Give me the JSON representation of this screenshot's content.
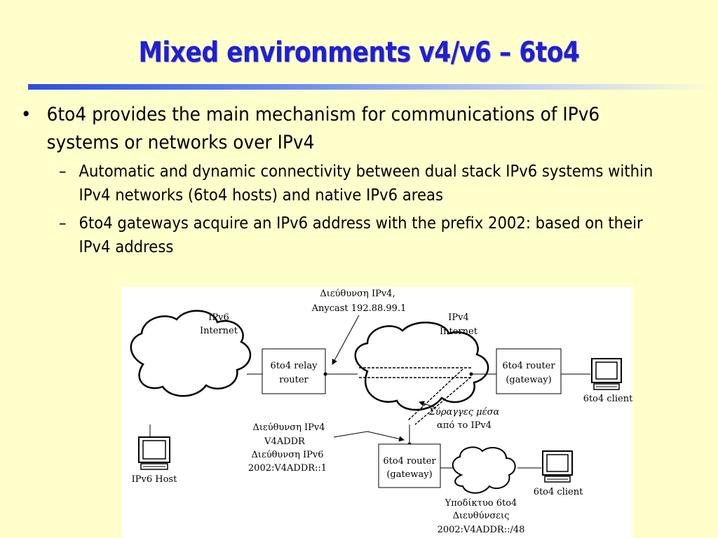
{
  "title": "Mixed environments v4/v6 – 6to4",
  "bullets": [
    {
      "marker": "•",
      "text": "6to4 provides the main mechanism for communications of IPv6 systems or networks over IPv4",
      "subs": [
        {
          "marker": "–",
          "text": "Automatic and dynamic connectivity between dual stack IPv6 systems within IPv4 networks (6to4 hosts) and native IPv6 areas"
        },
        {
          "marker": "–",
          "text": "6to4 gateways acquire an IPv6 address with the prefix 2002: based on their IPv4 address"
        }
      ]
    }
  ],
  "diagram": {
    "ipv6_cloud_label": [
      "IPv6",
      "Internet"
    ],
    "ipv4_cloud_label": [
      "IPv4",
      "Internet"
    ],
    "relay_address_label": [
      "Διεύθυνση IPv4,",
      "Anycast 192.88.99.1"
    ],
    "relay_box": [
      "6to4 relay",
      "router"
    ],
    "router_top_box": [
      "6to4 router",
      "(gateway)"
    ],
    "router_bottom_box": [
      "6to4 router",
      "(gateway)"
    ],
    "tunnels_label": [
      "Σύραγγες μέσα",
      "από το IPv4"
    ],
    "gateway_address_label": [
      "Διεύθυνση IPv4",
      "V4ADDR",
      "Διεύθυνση IPv6",
      "2002:V4ADDR::1"
    ],
    "subnet_label": [
      "Υποδίκτυο 6to4",
      "Διευθύνσεις",
      "2002:V4ADDR::/48"
    ],
    "ipv6_host_label": "IPv6 Host",
    "client_top_label": "6to4 client",
    "client_bottom_label": "6to4 client"
  }
}
